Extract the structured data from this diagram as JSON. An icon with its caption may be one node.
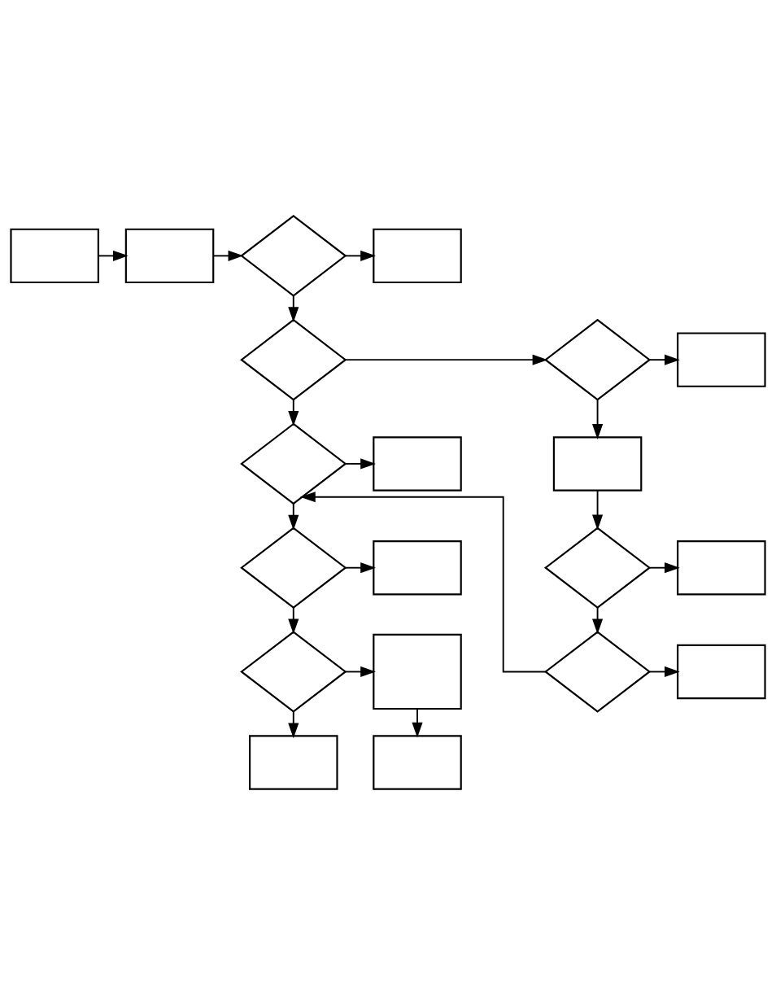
{
  "diagram": {
    "nodes": [
      {
        "text": [],
        "shape": "box"
      },
      {
        "text": [],
        "shape": "box"
      },
      {
        "text": [],
        "shape": "diamond"
      },
      {
        "text": [],
        "shape": "box"
      },
      {
        "text": [],
        "shape": "diamond"
      },
      {
        "text": [],
        "shape": "diamond"
      },
      {
        "text": [],
        "shape": "box"
      },
      {
        "text": [],
        "shape": "diamond"
      },
      {
        "text": [],
        "shape": "box"
      },
      {
        "text": [],
        "shape": "box"
      },
      {
        "text": [],
        "shape": "diamond"
      },
      {
        "text": [],
        "shape": "box"
      },
      {
        "text": [],
        "shape": "diamond"
      },
      {
        "text": [],
        "shape": "box"
      },
      {
        "text": [],
        "shape": "diamond"
      },
      {
        "text": [],
        "shape": "box"
      },
      {
        "text": [],
        "shape": "diamond"
      },
      {
        "text": [],
        "shape": "box"
      },
      {
        "text": [],
        "shape": "box"
      },
      {
        "text": [],
        "shape": "box"
      }
    ],
    "edges": [
      {
        "from": 0,
        "to": 1,
        "arrow": "to"
      },
      {
        "from": 1,
        "to": 2,
        "arrow": "to"
      },
      {
        "from": 2,
        "to": 3,
        "arrow": "to"
      },
      {
        "from": 2,
        "to": 4,
        "arrow": "to"
      },
      {
        "from": 4,
        "to": 5,
        "arrow": "to"
      },
      {
        "from": 5,
        "to": 6,
        "arrow": "to"
      },
      {
        "from": 4,
        "to": 7,
        "arrow": "to"
      },
      {
        "from": 5,
        "to": 9,
        "arrow": "to"
      },
      {
        "from": 7,
        "to": 8,
        "arrow": "to"
      },
      {
        "from": 7,
        "to": 12,
        "arrow": "to"
      },
      {
        "from": 9,
        "to": 10,
        "arrow": "to"
      },
      {
        "from": 10,
        "to": 11,
        "arrow": "to"
      },
      {
        "from": 10,
        "to": 14,
        "arrow": "to"
      },
      {
        "from": 12,
        "to": 13,
        "arrow": "to"
      },
      {
        "from": 12,
        "to": 16,
        "arrow": "to"
      },
      {
        "from": 14,
        "to": 15,
        "arrow": "to"
      },
      {
        "from": 14,
        "to": 7,
        "arrow": "to"
      },
      {
        "from": 16,
        "to": 17,
        "arrow": "to"
      },
      {
        "from": 16,
        "to": 18,
        "arrow": "to"
      },
      {
        "from": 17,
        "to": 19,
        "arrow": "to"
      }
    ]
  }
}
